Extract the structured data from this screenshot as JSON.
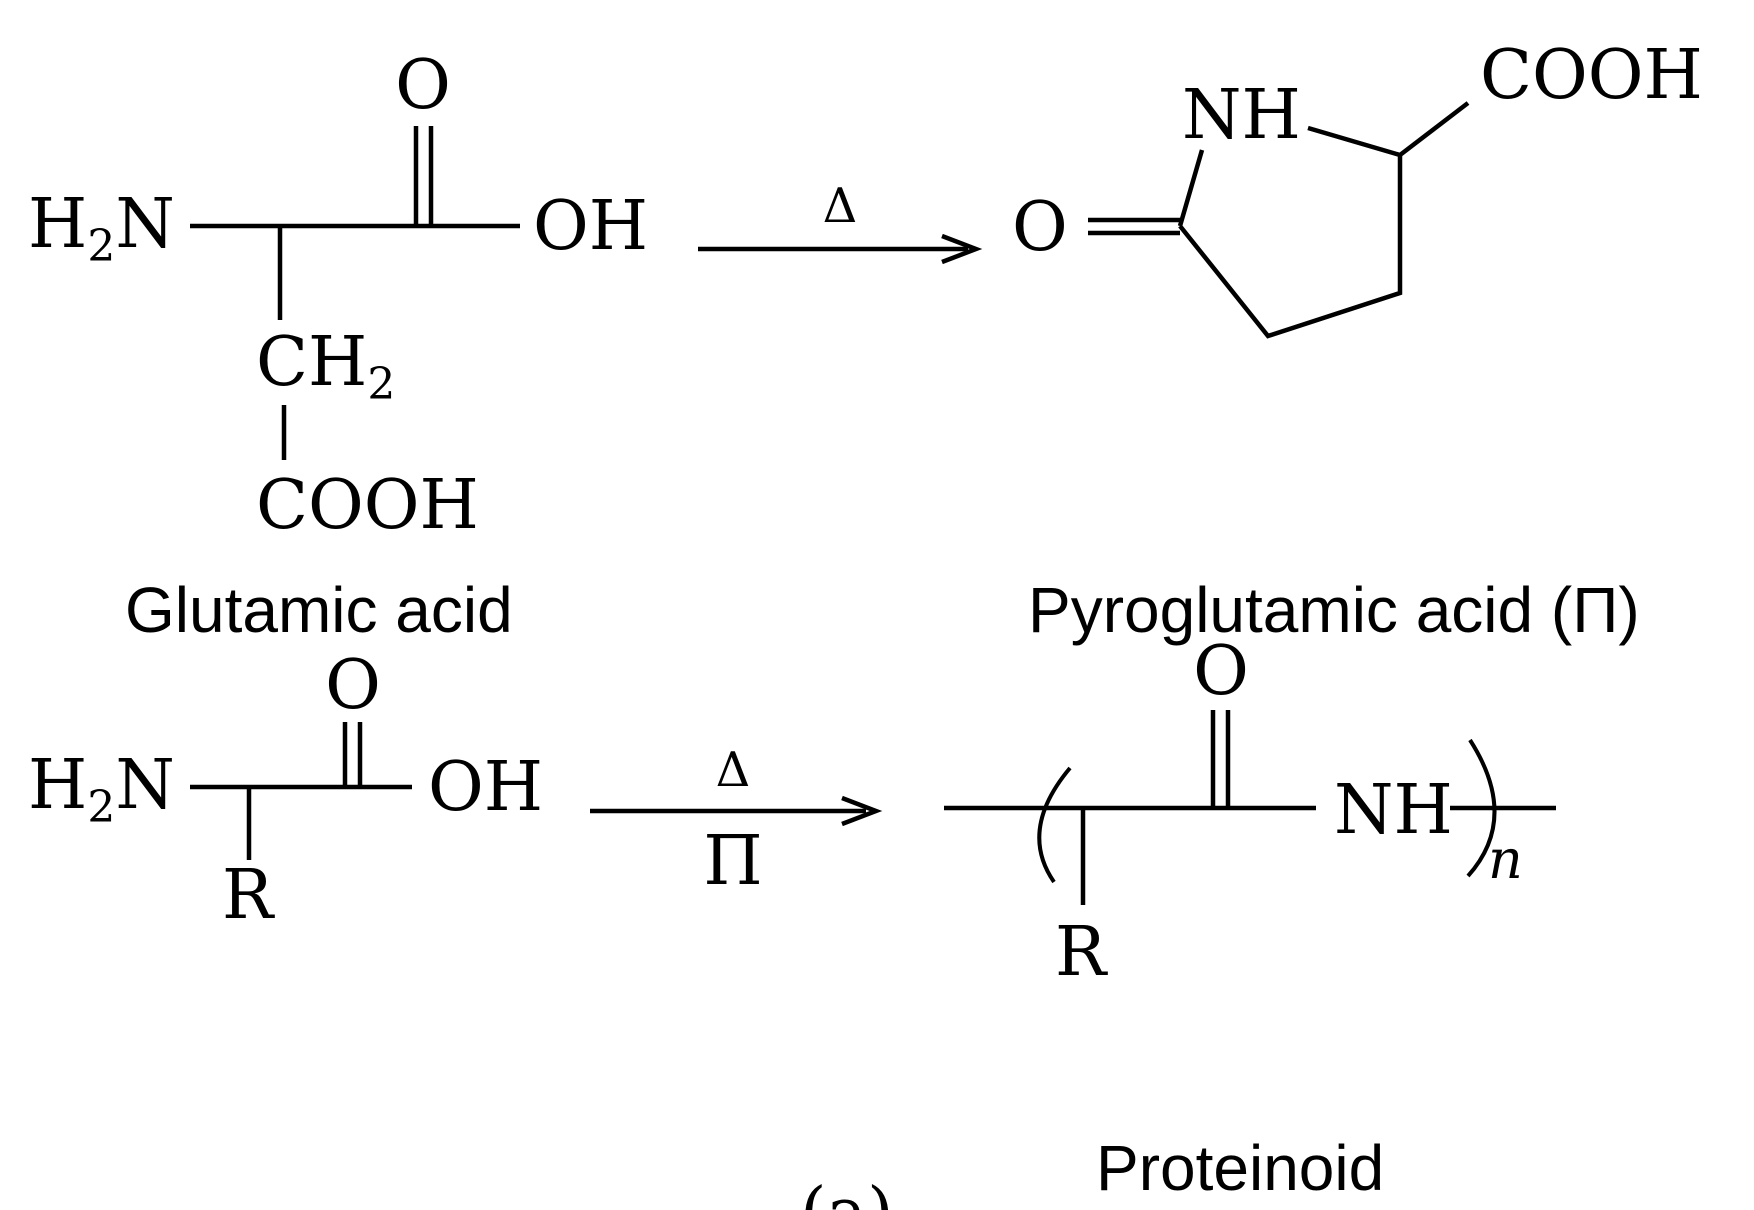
{
  "reaction1": {
    "reactant": {
      "h2n_main": "H",
      "h2n_sub": "2",
      "h2n_tail": "N",
      "carbonyl_o": "O",
      "oh": "OH",
      "ch2_main": "CH",
      "ch2_sub": "2",
      "cooh": "COOH",
      "label": "Glutamic acid"
    },
    "arrow_above": "Δ",
    "product": {
      "nh": "NH",
      "cooh": "COOH",
      "o": "O",
      "label": "Pyroglutamic acid (Π)"
    }
  },
  "reaction2": {
    "reactant": {
      "h2n_main": "H",
      "h2n_sub": "2",
      "h2n_tail": "N",
      "carbonyl_o": "O",
      "oh": "OH",
      "r": "R"
    },
    "arrow_above": "Δ",
    "arrow_below": "Π",
    "product": {
      "carbonyl_o": "O",
      "nh": "NH",
      "n": "n",
      "r": "R",
      "label": "Proteinoid"
    }
  },
  "footer_fragment": "(a)"
}
